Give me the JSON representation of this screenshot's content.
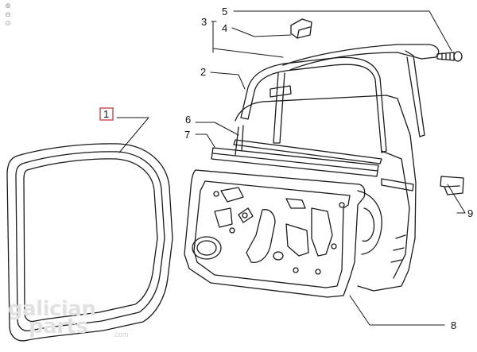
{
  "diagram": {
    "callouts": [
      {
        "id": "1",
        "label": "1",
        "highlighted": true
      },
      {
        "id": "2",
        "label": "2"
      },
      {
        "id": "3",
        "label": "3"
      },
      {
        "id": "4",
        "label": "4"
      },
      {
        "id": "5",
        "label": "5"
      },
      {
        "id": "6",
        "label": "6"
      },
      {
        "id": "7",
        "label": "7"
      },
      {
        "id": "8",
        "label": "8"
      },
      {
        "id": "9",
        "label": "9"
      }
    ],
    "highlight_color": "#c0282d"
  },
  "toolbar": {
    "zoom_in_icon": "magnifier-plus-icon",
    "zoom_out_icon": "magnifier-minus-icon",
    "reset_icon": "magnifier-reset-icon",
    "zoom_in_glyph": "⊕",
    "zoom_out_glyph": "⊖",
    "reset_glyph": "⊙"
  },
  "watermark": {
    "line1": "galician",
    "line2": "parts",
    "domain": ".com"
  }
}
